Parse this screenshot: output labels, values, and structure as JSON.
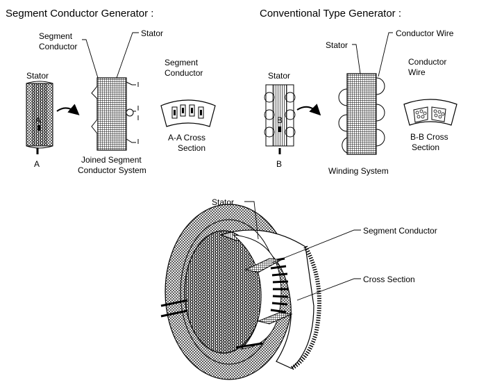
{
  "titles": {
    "segment": "Segment Conductor Generator :",
    "conventional": "Conventional Type Generator :"
  },
  "segment_panel": {
    "stator_label": "Stator",
    "segment_conductor_label_l1": "Segment",
    "segment_conductor_label_l2": "Conductor",
    "stator_top_label": "Stator",
    "cross_label_l1": "Segment",
    "cross_label_l2": "Conductor",
    "marker_letter_inner": "A",
    "marker_letter_bottom": "A",
    "cross_section_l1": "A-A Cross",
    "cross_section_l2": "Section",
    "system_l1": "Joined Segment",
    "system_l2": "Conductor System"
  },
  "conventional_panel": {
    "stator_label": "Stator",
    "stator_top_label": "Stator",
    "conductor_wire_top": "Conductor Wire",
    "conductor_wire_l1": "Conductor",
    "conductor_wire_l2": "Wire",
    "marker_letter_inner": "B",
    "marker_letter_bottom": "B",
    "cross_section_l1": "B-B Cross",
    "cross_section_l2": "Section",
    "system": "Winding System"
  },
  "bottom_panel": {
    "stator": "Stator",
    "segment_conductor": "Segment Conductor",
    "cross_section": "Cross Section"
  }
}
